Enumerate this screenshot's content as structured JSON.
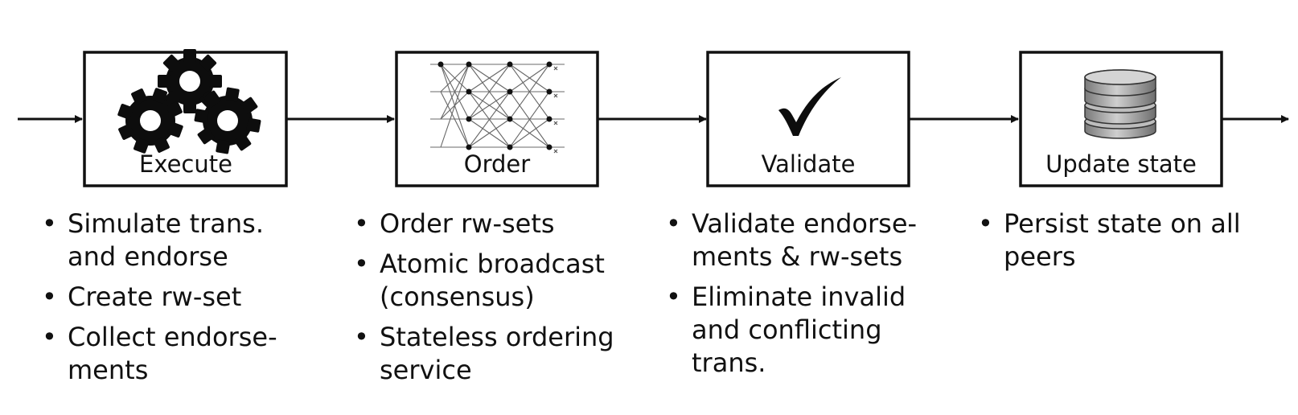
{
  "stages": [
    {
      "label": "Execute",
      "icon": "gears-icon",
      "bullets": [
        "Simulate trans. and endorse",
        "Create rw-set",
        "Collect endorse-ments"
      ]
    },
    {
      "label": "Order",
      "icon": "network-icon",
      "bullets": [
        "Order rw-sets",
        "Atomic broadcast (consensus)",
        "Stateless ordering service"
      ]
    },
    {
      "label": "Validate",
      "icon": "checkmark-icon",
      "bullets": [
        "Validate endorse-ments & rw-sets",
        "Eliminate invalid and conflicting trans."
      ]
    },
    {
      "label": "Update state",
      "icon": "database-icon",
      "bullets": [
        "Persist state on all peers"
      ]
    }
  ],
  "colors": {
    "stroke": "#111111",
    "text": "#111111",
    "gear": "#0d0d0d",
    "network": "#888888",
    "db_fill": "#a8a8a8"
  }
}
